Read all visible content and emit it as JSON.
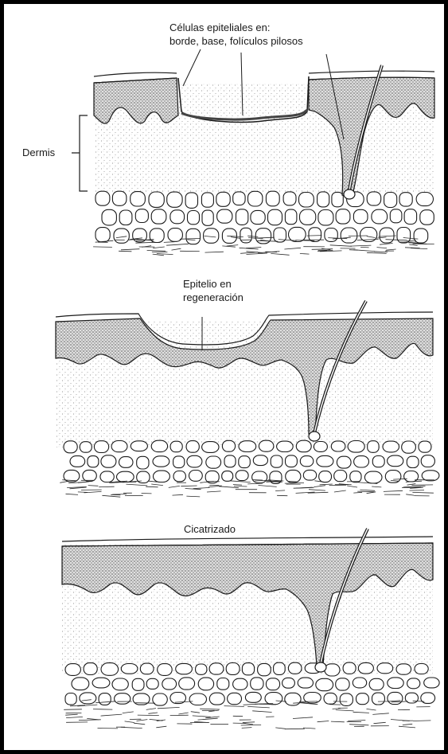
{
  "colors": {
    "frame": "#000000",
    "ink": "#1a1a1a",
    "epidermis_stipple": "#6a6a6a",
    "dermis_stipple": "#9a9a9a",
    "paper": "#ffffff"
  },
  "stage1": {
    "label_line1": "Células epiteliales en:",
    "label_line2": "borde, base, folículos pilosos",
    "dermis_label": "Dermis"
  },
  "stage2": {
    "label_line1": "Epitelio en",
    "label_line2": "regeneración"
  },
  "stage3": {
    "label": "Cicatrizado"
  }
}
